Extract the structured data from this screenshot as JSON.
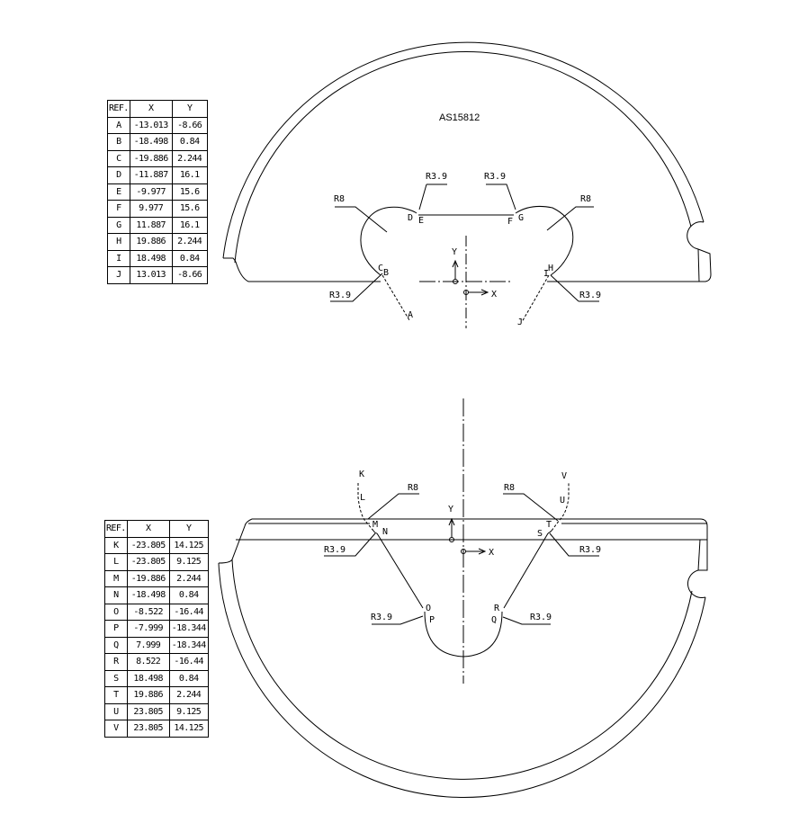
{
  "top_view": {
    "part_number": "AS15812",
    "table": {
      "headers": [
        "REF.",
        "X",
        "Y"
      ],
      "rows": [
        {
          "ref": "A",
          "x": "-13.013",
          "y": "-8.66"
        },
        {
          "ref": "B",
          "x": "-18.498",
          "y": "0.84"
        },
        {
          "ref": "C",
          "x": "-19.886",
          "y": "2.244"
        },
        {
          "ref": "D",
          "x": "-11.887",
          "y": "16.1"
        },
        {
          "ref": "E",
          "x": "-9.977",
          "y": "15.6"
        },
        {
          "ref": "F",
          "x": "9.977",
          "y": "15.6"
        },
        {
          "ref": "G",
          "x": "11.887",
          "y": "16.1"
        },
        {
          "ref": "H",
          "x": "19.886",
          "y": "2.244"
        },
        {
          "ref": "I",
          "x": "18.498",
          "y": "0.84"
        },
        {
          "ref": "J",
          "x": "13.013",
          "y": "-8.66"
        }
      ]
    },
    "dimensions": {
      "r8_left": "R8",
      "r8_right": "R8",
      "r39_de": "R3.9",
      "r39_fg": "R3.9",
      "r39_cb": "R3.9",
      "r39_hi": "R3.9"
    },
    "point_labels": {
      "A": "A",
      "B": "B",
      "C": "C",
      "D": "D",
      "E": "E",
      "F": "F",
      "G": "G",
      "H": "H",
      "I": "I",
      "J": "J"
    },
    "axes": {
      "x": "X",
      "y": "Y"
    }
  },
  "bottom_view": {
    "table": {
      "headers": [
        "REF.",
        "X",
        "Y"
      ],
      "rows": [
        {
          "ref": "K",
          "x": "-23.805",
          "y": "14.125"
        },
        {
          "ref": "L",
          "x": "-23.805",
          "y": "9.125"
        },
        {
          "ref": "M",
          "x": "-19.886",
          "y": "2.244"
        },
        {
          "ref": "N",
          "x": "-18.498",
          "y": "0.84"
        },
        {
          "ref": "O",
          "x": "-8.522",
          "y": "-16.44"
        },
        {
          "ref": "P",
          "x": "-7.999",
          "y": "-18.344"
        },
        {
          "ref": "Q",
          "x": "7.999",
          "y": "-18.344"
        },
        {
          "ref": "R",
          "x": "8.522",
          "y": "-16.44"
        },
        {
          "ref": "S",
          "x": "18.498",
          "y": "0.84"
        },
        {
          "ref": "T",
          "x": "19.886",
          "y": "2.244"
        },
        {
          "ref": "U",
          "x": "23.805",
          "y": "9.125"
        },
        {
          "ref": "V",
          "x": "23.805",
          "y": "14.125"
        }
      ]
    },
    "dimensions": {
      "r8_left": "R8",
      "r8_right": "R8",
      "r39_mn": "R3.9",
      "r39_st": "R3.9",
      "r39_op": "R3.9",
      "r39_qr": "R3.9"
    },
    "point_labels": {
      "K": "K",
      "L": "L",
      "M": "M",
      "N": "N",
      "O": "O",
      "P": "P",
      "Q": "Q",
      "R": "R",
      "S": "S",
      "T": "T",
      "U": "U",
      "V": "V"
    },
    "axes": {
      "x": "X",
      "y": "Y"
    }
  }
}
